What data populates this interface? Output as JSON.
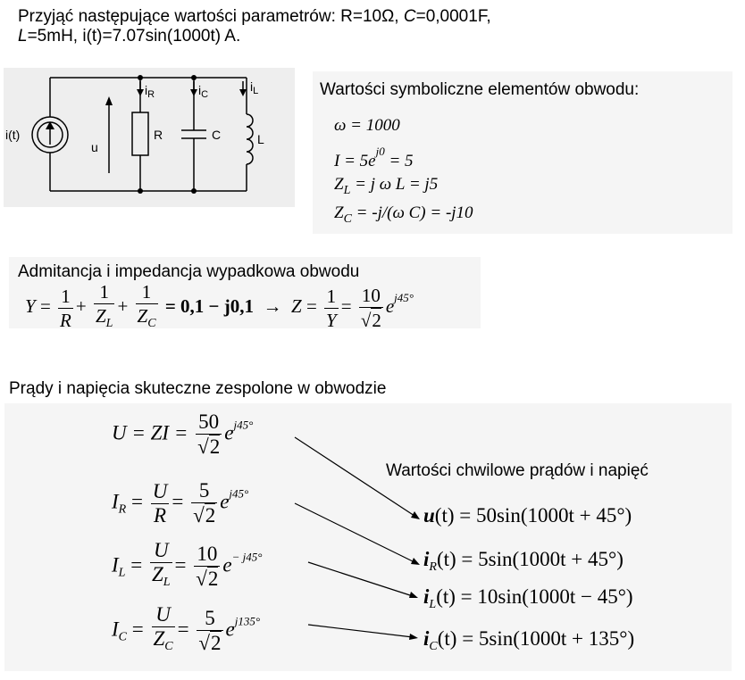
{
  "header": {
    "line1_a": "Przyjąć następujące wartości parametrów: R=10Ω, ",
    "line1_c": "C",
    "line1_b": "=0,0001F,",
    "line2_l": "L",
    "line2_b": "=5mH, i(t)=7.07sin(1000t) A."
  },
  "circuit": {
    "source_label": "i(t)",
    "u_label": "u",
    "r_label": "R",
    "c_label": "C",
    "l_label": "L",
    "ir_label": "i",
    "ir_sub": "R",
    "ic_label": "i",
    "ic_sub": "C",
    "il_label": "i",
    "il_sub": "L"
  },
  "symbolic": {
    "title": "Wartości symboliczne elementów obwodu:",
    "rows": [
      "ω = 1000",
      "I = 5e",
      "Z",
      "Z"
    ],
    "row2_sup": "j0",
    "row2_tail": " = 5",
    "row3_sub": "L",
    "row3_tail": " = j ω L = j5",
    "row4_sub": "C",
    "row4_tail": " = -j/(ω C) = -j10"
  },
  "admittance": {
    "title": "Admitancja i impedancja wypadkowa obwodu",
    "Y": "Y",
    "one": "1",
    "R": "R",
    "Z": "Z",
    "L": "L",
    "C": "C",
    "result": "= 0,1 − j0,1",
    "arrow": "→",
    "ten": "10",
    "sqrt2": "2",
    "exp": "j45°"
  },
  "currents": {
    "title": "Prądy i napięcia skuteczne zespolone w obwodzie",
    "inst_title": "Wartości chwilowe prądów i napięć",
    "U_lhs": "U = ZI =",
    "U_num": "50",
    "U_exp": "j45°",
    "IR_lhs": "I",
    "IR_sub": "R",
    "IR_num": "5",
    "IR_exp": "j45°",
    "IL_sub": "L",
    "IL_num": "10",
    "IL_exp": "− j45°",
    "IC_sub": "C",
    "IC_num": "5",
    "IC_exp": "j135°",
    "U": "U",
    "R": "R",
    "Z": "Z",
    "sqrt2": "2",
    "inst": [
      {
        "f": "u",
        "sub": "",
        "rest": "(t) = 50sin(1000t + 45°)"
      },
      {
        "f": "i",
        "sub": "R",
        "rest": "(t) = 5sin(1000t + 45°)"
      },
      {
        "f": "i",
        "sub": "L",
        "rest": "(t) = 10sin(1000t − 45°)"
      },
      {
        "f": "i",
        "sub": "C",
        "rest": "(t) = 5sin(1000t + 135°)"
      }
    ]
  }
}
